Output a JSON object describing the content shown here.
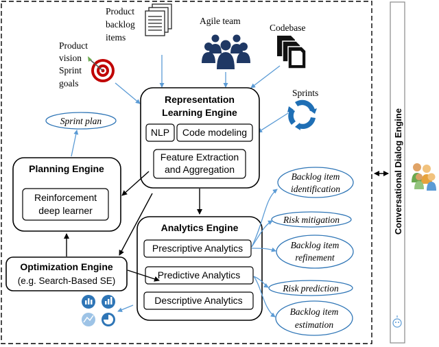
{
  "inputs": {
    "product_vision": [
      "Product",
      "vision",
      "Sprint",
      "goals"
    ],
    "backlog_items": [
      "Product",
      "backlog",
      "items"
    ],
    "agile_team": "Agile team",
    "codebase": "Codebase",
    "sprints": "Sprints"
  },
  "representation_engine": {
    "title": [
      "Representation",
      "Learning Engine"
    ],
    "nlp": "NLP",
    "code_modeling": "Code modeling",
    "feature_extraction": [
      "Feature Extraction",
      "and Aggregation"
    ]
  },
  "sprint_plan": "Sprint plan",
  "planning_engine": {
    "title": "Planning Engine",
    "learner": [
      "Reinforcement",
      "deep learner"
    ]
  },
  "analytics_engine": {
    "title": "Analytics Engine",
    "prescriptive": "Prescriptive Analytics",
    "predictive": "Predictive Analytics",
    "descriptive": "Descriptive Analytics"
  },
  "optimization_engine": {
    "title": "Optimization Engine",
    "subtitle": "(e.g. Search-Based SE)"
  },
  "outputs": {
    "backlog_identification": [
      "Backlog item",
      "identification"
    ],
    "risk_mitigation": "Risk mitigation",
    "backlog_refinement": [
      "Backlog item",
      "refinement"
    ],
    "risk_prediction": "Risk prediction",
    "backlog_estimation": [
      "Backlog item",
      "estimation"
    ]
  },
  "dialog_engine": "Conversational Dialog  Engine",
  "colors": {
    "arrow_blue": "#5b9bd5",
    "ellipse_blue": "#2e75b6",
    "icon_navy": "#1f3864",
    "sprint_blue": "#1f6fb5",
    "target_red": "#c00000",
    "bar_blue": "#2e75b6"
  }
}
